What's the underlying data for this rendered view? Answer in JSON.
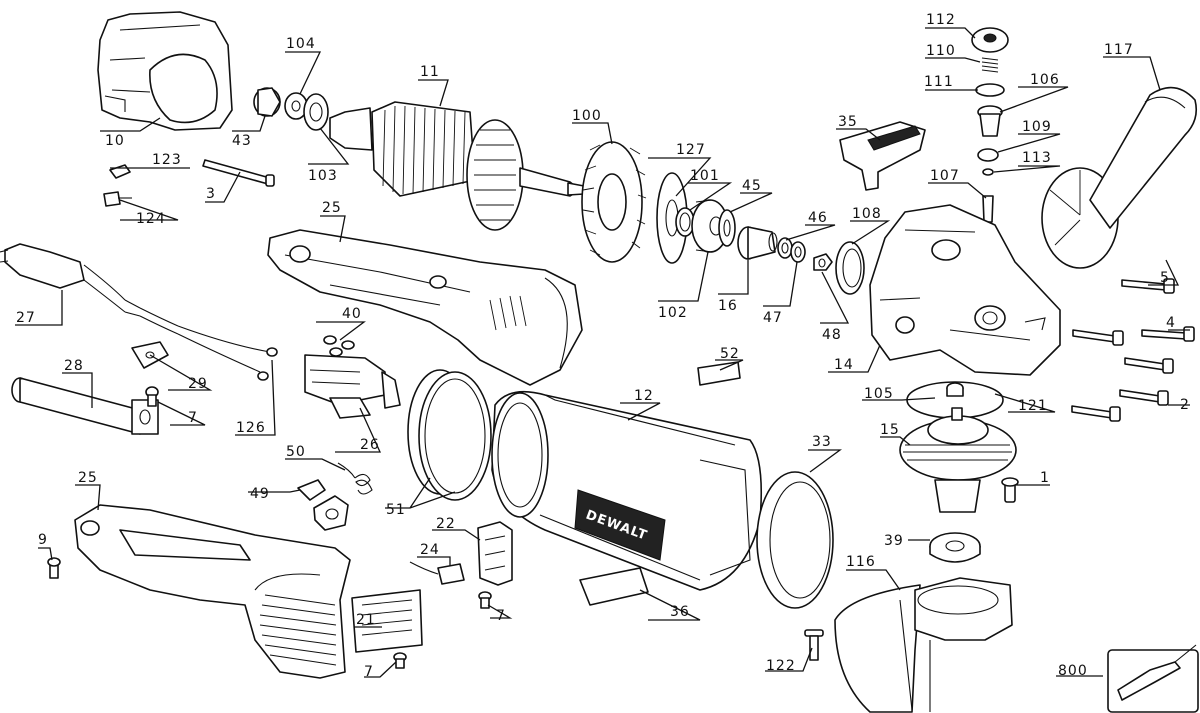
{
  "brand_text": "DEWALT",
  "labels": [
    {
      "id": "l10",
      "text": "10"
    },
    {
      "id": "l43",
      "text": "43"
    },
    {
      "id": "l104",
      "text": "104"
    },
    {
      "id": "l103",
      "text": "103"
    },
    {
      "id": "l11",
      "text": "11"
    },
    {
      "id": "l100",
      "text": "100"
    },
    {
      "id": "l127",
      "text": "127"
    },
    {
      "id": "l101",
      "text": "101"
    },
    {
      "id": "l45",
      "text": "45"
    },
    {
      "id": "l102",
      "text": "102"
    },
    {
      "id": "l16",
      "text": "16"
    },
    {
      "id": "l46",
      "text": "46"
    },
    {
      "id": "l47",
      "text": "47"
    },
    {
      "id": "l48",
      "text": "48"
    },
    {
      "id": "l108",
      "text": "108"
    },
    {
      "id": "l35",
      "text": "35"
    },
    {
      "id": "l112",
      "text": "112"
    },
    {
      "id": "l110",
      "text": "110"
    },
    {
      "id": "l111",
      "text": "111"
    },
    {
      "id": "l106",
      "text": "106"
    },
    {
      "id": "l109",
      "text": "109"
    },
    {
      "id": "l113",
      "text": "113"
    },
    {
      "id": "l107",
      "text": "107"
    },
    {
      "id": "l117",
      "text": "117"
    },
    {
      "id": "l123",
      "text": "123"
    },
    {
      "id": "l124",
      "text": "124"
    },
    {
      "id": "l3",
      "text": "3"
    },
    {
      "id": "l25a",
      "text": "25"
    },
    {
      "id": "l27",
      "text": "27"
    },
    {
      "id": "l29",
      "text": "29"
    },
    {
      "id": "l126",
      "text": "126"
    },
    {
      "id": "l28",
      "text": "28"
    },
    {
      "id": "l7a",
      "text": "7"
    },
    {
      "id": "l40",
      "text": "40"
    },
    {
      "id": "l26",
      "text": "26"
    },
    {
      "id": "l52",
      "text": "52"
    },
    {
      "id": "l12",
      "text": "12"
    },
    {
      "id": "l14",
      "text": "14"
    },
    {
      "id": "l5",
      "text": "5"
    },
    {
      "id": "l4",
      "text": "4"
    },
    {
      "id": "l105",
      "text": "105"
    },
    {
      "id": "l121",
      "text": "121"
    },
    {
      "id": "l2",
      "text": "2"
    },
    {
      "id": "l15",
      "text": "15"
    },
    {
      "id": "l50",
      "text": "50"
    },
    {
      "id": "l51",
      "text": "51"
    },
    {
      "id": "l33",
      "text": "33"
    },
    {
      "id": "l1",
      "text": "1"
    },
    {
      "id": "l49",
      "text": "49"
    },
    {
      "id": "l25b",
      "text": "25"
    },
    {
      "id": "l9",
      "text": "9"
    },
    {
      "id": "l22",
      "text": "22"
    },
    {
      "id": "l24",
      "text": "24"
    },
    {
      "id": "l7b",
      "text": "7"
    },
    {
      "id": "l36",
      "text": "36"
    },
    {
      "id": "l39",
      "text": "39"
    },
    {
      "id": "l116",
      "text": "116"
    },
    {
      "id": "l21",
      "text": "21"
    },
    {
      "id": "l7c",
      "text": "7"
    },
    {
      "id": "l122",
      "text": "122"
    },
    {
      "id": "l800",
      "text": "800"
    }
  ]
}
